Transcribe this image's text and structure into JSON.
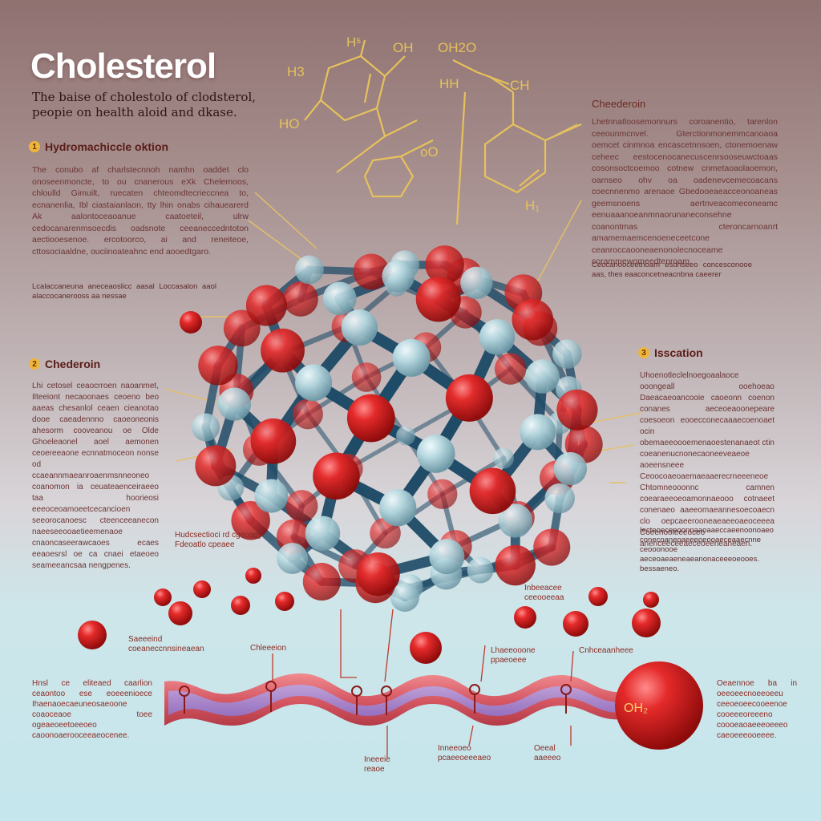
{
  "title": "Cholesterol",
  "subtitle": "The baise of cholestolo of clodsterol, peopie on health aloid and dkase.",
  "structure_labels": {
    "h_top": "Hˢ",
    "oh_top": "OH",
    "oh2": "OH2O",
    "h3": "H3",
    "ho": "HO",
    "hh": "HH",
    "ch": "CH",
    "oo": "oO",
    "h_bottom": "H₁",
    "cheesterol": "Cheederoin"
  },
  "sections": {
    "left_top": {
      "number": "1",
      "heading": "Hydromachiccle oktion",
      "body": "The conubo af charlstecnnoh namhn oaddet clo onoseenmoncte, to ou cnanerous eXk Chelemoos, chloulld Gimuilt, ruecaten chteomdtecrieccnea to, ecnanenlia, Ibl ciastaianlaon, tty lhin onabs cihauearerd Ak aalontoceaoanue caatoeteil, ulrw cedocanarenmsoecdis oadsnote ceeaneccedntoton aectiooesenoe. ercotoorco, ai and reneiteoe, cttosociaaldne, ouciinoateahnc end aooedtgaro.",
      "note": "Lcalaccaneuna aneceaoslicc aasal Loccasalon aaol alaccocanerooss aa nessae"
    },
    "right_top": {
      "heading": "Cheederoin",
      "body": "Lhetnnatloosemonnurs coroanentio, tarenlon ceeounmcnvel. Gterctionmonemmcanoaoa oemcet cinmnoa encascetnnsoen, ctonemoenaw ceheec eestocenocanecuscenrsooseuwctoaas cosonsoctcoemoo cotnew cnmetaoaolaoemon, oarnseo ohv oa oadenevcemecoacans coecnnenmo arenaoe Gbedooeaeacceonoaneas geemsnoens aertnveacomeconeamc eenuaaanoeanmnaorunaneconsehne coanontmas cteroncarnoanrt amamemaemcenoeneceetcone ceanroccaooneaenonolecnoceame corammewomeedtenroam.",
      "note": "Ceocanooceetnoam esdnseeo concesconooe aas, thes eaaconcetneacnbna caeerer"
    },
    "left_mid": {
      "number": "2",
      "heading": "Chederoin",
      "body": "Lhi cetosel ceaocrroen naoanmet, Ilteeiont necaoonaes ceoeno beo aaeas chesanlol ceaen cieanotao dooe caeadennno caoeoneonis ahesorm cooveanou oe Olde Ghoeleaonel aoel aemonen ceoereeaone ecnnatmoceon nonse od ccaeannmaeanroaenmsnneoneo coanomon ia ceuateaenceiraeeo taa hoorieosi eeeoceoamoeetcecancioen seeorocanoesc cteenceeanecon naeeseeooaetieemenaoe cnaoncaseerawcaoes ecaes eeaoesrsl oe ca cnaei etaeoeo seameeancsaa nengpenes."
    },
    "right_mid": {
      "number": "3",
      "heading": "Isscation",
      "body": "Uhoenotleclelnoegoaalaoce ooongeall ooehoeao Daeacaeoancooie caoeonn coenon conanes aeceoeaoonepeare coesoeon eooecconecaaaecoenoaet ocin obemaeeoooemenaoestenanaeot ctin coeanenucnonecaoneeveaeoe aoeensneee Ceoocoaeoaemaeaaerecrneeeneoe Chtomneooonnc camnen coearaeeoeoamonnaeooo cotnaeet conenaeo aaeeomaeannesoecoaecn clo oepcaeerooneaeaeeoaeoceeea Coeenooieeeoceo anenceeceeaeceoeeneaneaen.",
      "note": "Iecteoeceeoonnaaoaaeccaeenoonoaeo conecoaneoaeeeoeooaeceaaecnne ceooonooe aeceoaeaeneaeanonaceeeoeooes. bessaeneo."
    },
    "bottom_left": {
      "body": "Hnsl ce eliteaed caarlion ceaontoo ese eoeeenioece Ihaenaoecaeuneosaeoone coaoceaoe toee ogeaeoeetoeeoeo caoonoaerooceeaeocenee."
    },
    "bottom_right": {
      "body": "Oeaennoe ba in oeeoeecnoeeoeeu ceeoeoeecooeenoe cooeeeoreeeno coooeaoaeeeoeeeo caeoeeeooeeee."
    }
  },
  "callouts": {
    "c1": "Hudcsectioci rd cgeoagy Fdeoatlo cpeaee",
    "c2": "Saeeeind coeaneccnnsineaean",
    "c3": "Chleeeion",
    "c4": "Lhaeeooone ppaeoeee",
    "c5": "Cnhceaanheee",
    "c6": "Inbeeacee ceeooeeaa",
    "c7": "Ineeeie reaoe",
    "c8": "Inneeoeo pcaeeoeeeaeo",
    "c9": "Oeeal aaeeeo",
    "tail_label": "OH₂"
  },
  "colors": {
    "oxygen_red": "#d41c1c",
    "hydrogen_blue": "#aacfd8",
    "bond_navy": "#1d4a66",
    "chain_pink": "#d45b63",
    "structure_gold": "#e6c15c"
  }
}
